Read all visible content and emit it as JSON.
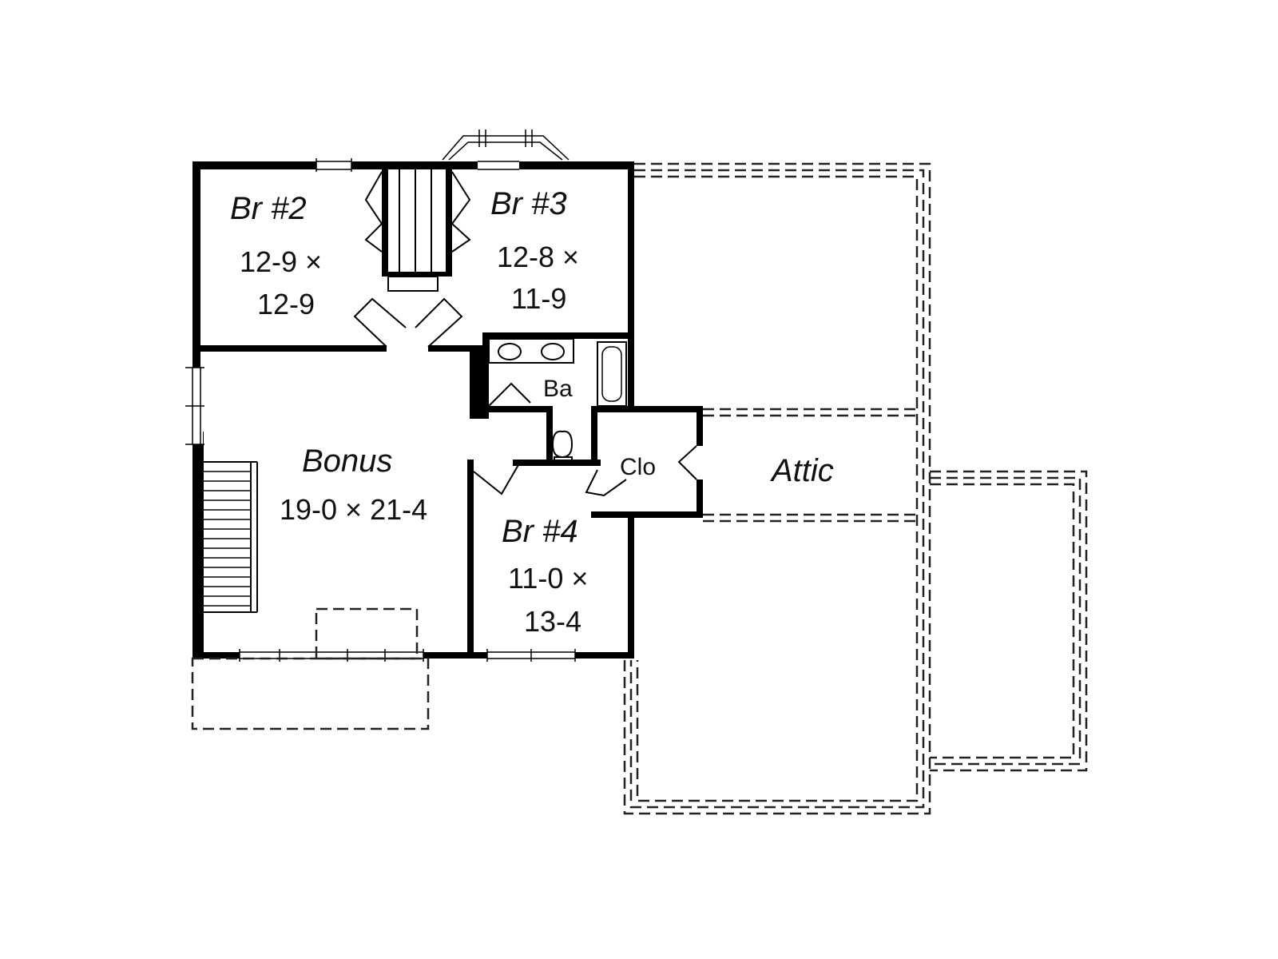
{
  "rooms": {
    "br2": {
      "name": "Br #2",
      "dim_line1": "12-9 ×",
      "dim_line2": "12-9"
    },
    "br3": {
      "name": "Br #3",
      "dim_line1": "12-8 ×",
      "dim_line2": "11-9"
    },
    "bonus": {
      "name": "Bonus",
      "dim_line1": "19-0 × 21-4"
    },
    "br4": {
      "name": "Br #4",
      "dim_line1": "11-0 ×",
      "dim_line2": "13-4"
    },
    "bath": {
      "name": "Ba"
    },
    "closet": {
      "name": "Clo"
    },
    "attic": {
      "name": "Attic"
    }
  }
}
